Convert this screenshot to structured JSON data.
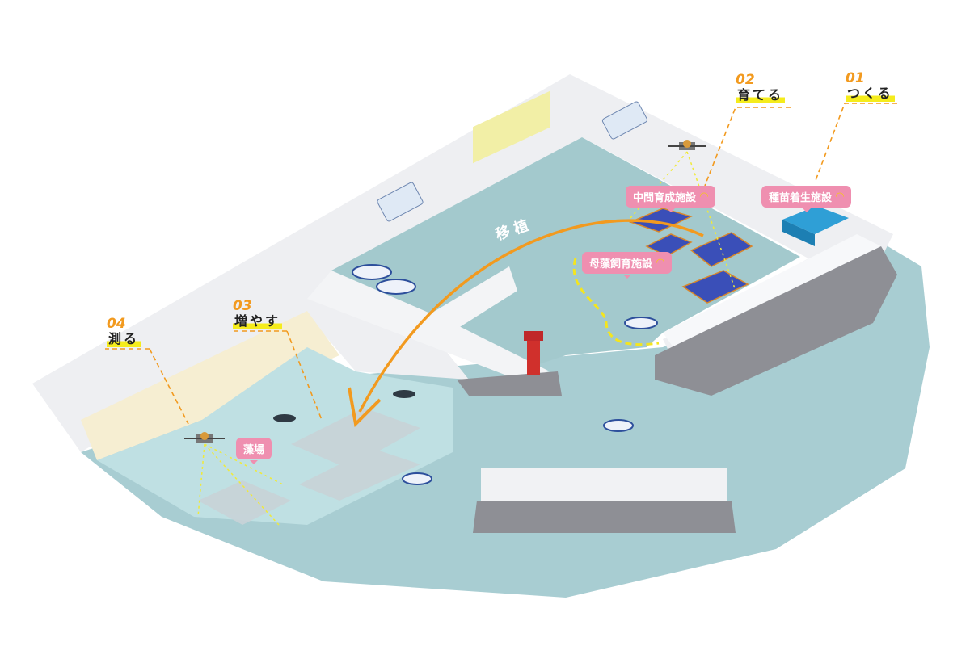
{
  "steps": [
    {
      "num": "01",
      "label": "つくる"
    },
    {
      "num": "02",
      "label": "育てる"
    },
    {
      "num": "03",
      "label": "増やす"
    },
    {
      "num": "04",
      "label": "測る"
    }
  ],
  "facilities": {
    "seedling": "種苗着生施設",
    "intermediate": "中間育成施設",
    "mother": "母藻飼育施設",
    "seaweed_bed": "藻場"
  },
  "transplant_label": "移植",
  "colors": {
    "accent_orange": "#f29a1f",
    "tag_pink": "#ef8fb0",
    "highlight_yellow": "#f5ec1c",
    "water": "#a8cdd2"
  },
  "icons": [
    "wifi-icon",
    "drone-icon",
    "truck-icon",
    "boat-icon",
    "diver-icon",
    "lighthouse-icon",
    "solar-raft-icon"
  ]
}
